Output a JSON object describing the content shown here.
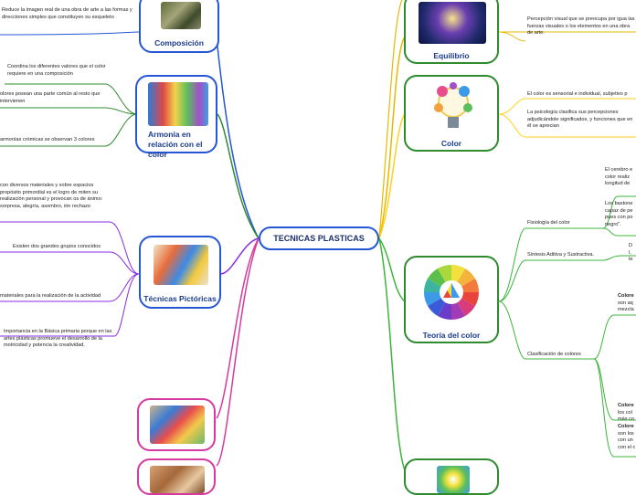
{
  "central": {
    "title": "TECNICAS PLASTICAS"
  },
  "colors": {
    "composicion": "#2456d6",
    "armonia": "#2e8b2e",
    "tecnicas": "#8a2be2",
    "equilibrio": "#e6b800",
    "color": "#ffd11a",
    "teoria": "#3cb43c",
    "pink": "#d63aa0"
  },
  "nodes": {
    "composicion": {
      "title": "Composición"
    },
    "armonia": {
      "title": "Armonía en relación con el color"
    },
    "tecnicas": {
      "title": "Técnicas Pictóricas"
    },
    "equilibrio": {
      "title": "Equilibrio"
    },
    "color": {
      "title": "Color"
    },
    "teoria": {
      "title": "Teoría del color"
    }
  },
  "texts": {
    "comp1": "Reduce la imagen real de una obra de arte a las formas y direcciones simples que constituyen su esqueleto",
    "arm1": "Coordina los diferentes valores que el color requiere en una composición",
    "arm2": "olores posean una parte común al resto que intervienen",
    "arm3": "armonías crómicas se observan 3 colores",
    "tec1": "con diversos materiales y sobre espacios propósito primordial es el logro de miten su realización personal y provocan os de ánimo: sorpresa, alegría, asombro, ión rechazo",
    "tec2": "Existen dos grandes grupos conocidos",
    "tec3": "materiales para la realización de la actividad",
    "tec4": "Importancia en la Básica primaria porque en las artes plásticas promueve el desarrollo de la motricidad y potencia la creatividad.",
    "eq1": "Percepción visual que se preocupa por igua las fuerzas visuales o los elementos en una obra de arte.",
    "col1": "El color es sensorial e individual, subjetivo p",
    "col2": "La psicología clasifica sus percepciones adjudicándole significados, y funciones que en él se aprecian",
    "teo_fis": "Fisiología del color",
    "teo_fis1": "El cerebro e color realiz longitud de",
    "teo_fis2": "Los bastone capaz de pe pues con po negro\".",
    "teo_sint": "Síntesis Aditiva y Sustractiva.",
    "teo_sint1": "D l, te",
    "teo_clas": "Clasificación de colores",
    "teo_c1_bold": "Colore",
    "teo_c1": "son aq mezcla",
    "teo_c2_bold": "Colore",
    "teo_c2": "los col más co",
    "teo_c3_bold": "Colore",
    "teo_c3": "son los con un con el c"
  }
}
